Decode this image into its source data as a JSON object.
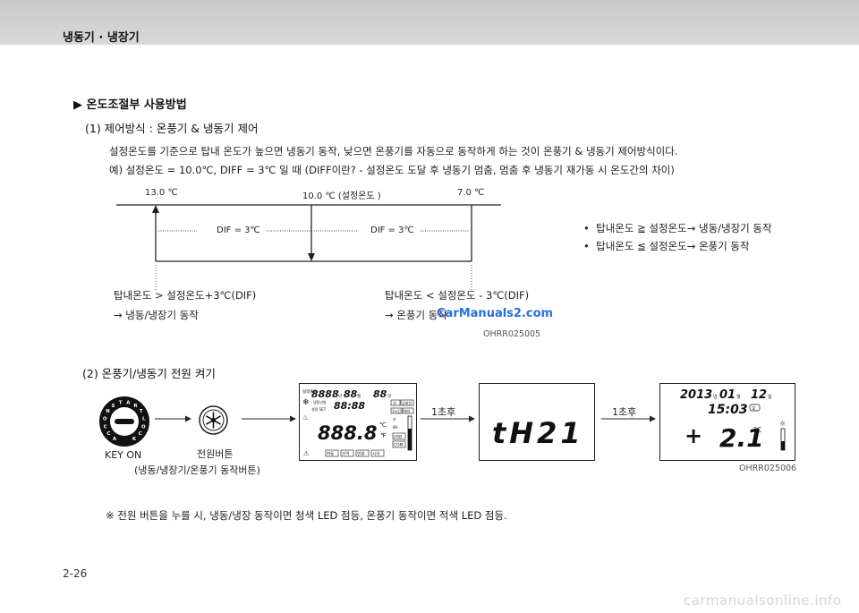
{
  "header": {
    "title": "냉동기 · 냉장기"
  },
  "section1": {
    "title": "▶ 온도조절부 사용방법",
    "subtitle": "(1) 제어방식 : 온풍기 & 냉동기 제어",
    "paragraph1": "설정온도를 기준으로 탑내 온도가 높으면 냉동기 동작, 낮으면 온풍기를 자동으로 동작하게 하는 것이 온풍기 & 냉동기 제어방식이다.",
    "paragraph2": "예) 설정온도 = 10.0℃, DIFF = 3℃ 일 때 (DIFF이란? - 설정온도 도달 후 냉동기 멈춤, 멈춤 후 냉동기 재가동 시 온도간의 차이)"
  },
  "diagram1": {
    "label_high": "13.0 ℃",
    "label_set": "10.0 ℃ (설정온도 )",
    "label_low": "7.0 ℃",
    "dif_left": "DIF  =  3℃",
    "dif_right": "DIF  =  3℃",
    "bullet1": "탑내온도  ≧  설정온도→ 냉동/냉장기 동작",
    "bullet2": "탑내온도  ≦  설정온도→ 온풍기 동작",
    "left_cond": "탑내온도  >  설정온도+3℃(DIF)",
    "left_result": "→ 냉동/냉장기 동작",
    "right_cond": "탑내온도  <  설정온도 - 3℃(DIF)",
    "right_result": "→ 온풍기 동작",
    "code": "OHRR025005"
  },
  "watermark": "CarManuals2.com",
  "section2": {
    "subtitle": "(2) 온풍기/냉동기 전원 켜기",
    "key_label": "KEY ON",
    "power_label": "전원버튼",
    "power_desc": "(냉동/냉장기/온풍기 동작버튼)",
    "after1": "1초후",
    "after2": "1초후",
    "code": "OHRR025006",
    "key_ring": [
      "A",
      "C",
      "C",
      "O",
      "N",
      "S",
      "T",
      "A",
      "R",
      "T",
      "L",
      "O",
      "C",
      "K"
    ],
    "lcd_full": {
      "top_digits": "8888",
      "year_unit": "년",
      "month_digits": "88",
      "month_unit": "월",
      "day_digits": "88",
      "day_unit": "일",
      "time_digits": "88:88",
      "main_digits": "888.8",
      "unit_c": "℃",
      "unit_f": "℉",
      "label_top_left": "실외출입",
      "label_dual": "냉동난방",
      "label_set": "설정 SET",
      "labels_right": [
        "냉",
        "온",
        "8H",
        "공회전",
        "3시간",
        "예약"
      ],
      "labels_bottom": [
        "자동",
        "간격",
        "연결",
        "시각",
        "USB",
        "COM"
      ],
      "warning": "⚠"
    },
    "lcd_mid": {
      "text": "tH21"
    },
    "lcd_final": {
      "year": "2013",
      "year_unit": "년",
      "month": "01",
      "month_unit": "월",
      "day": "12",
      "day_unit": "일",
      "time": "15:03",
      "time_badge": "오",
      "sign": "+",
      "temp": "2.1",
      "unit": "℃"
    }
  },
  "note": "※ 전원 버튼을 누를 시, 냉동/냉장 동작이면 청색 LED 점등, 온풍기 동작이면 적색 LED 점등.",
  "page_number": "2-26",
  "footer": "carmanualsonline.info"
}
